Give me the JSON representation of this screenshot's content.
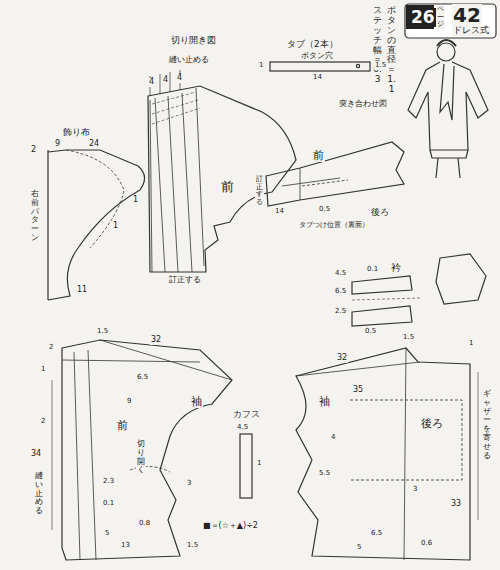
{
  "diagram": {
    "labels": [
      "26",
      "ページ",
      "42",
      "ドレス式",
      "ボタンの直径＝1.1",
      "ステッチ幅＝0.3",
      "切り開き図",
      "縫い止める",
      "4",
      "4",
      "4",
      "前",
      "訂正する",
      "飾り布",
      "2",
      "9",
      "24",
      "1",
      "1",
      "右前パターン",
      "11",
      "タブ（2本）",
      "ボタン穴",
      "1.5",
      "1",
      "14",
      "突き合わせ図",
      "前",
      "後ろ",
      "0.5",
      "14",
      "タブつけ位置（裏面）",
      "訂正する",
      "衿",
      "4.5",
      "0.1",
      "6.5",
      "2.5",
      "0.5",
      "1.5",
      "2",
      "1",
      "32",
      "6.5",
      "9",
      "袖",
      "前",
      "2",
      "切り開く",
      "2.3",
      "34",
      "0.1",
      "3",
      "5",
      "13",
      "0.8",
      "1.5",
      "縫い止める",
      "カフス",
      "4.5",
      "1",
      "■＝(☆＋▲)÷2",
      "1.5",
      "32",
      "袖",
      "35",
      "後ろ",
      "ギャザーを寄せる",
      "4",
      "5.5",
      "3",
      "33",
      "6.5",
      "0.6",
      "5",
      "1"
    ]
  }
}
